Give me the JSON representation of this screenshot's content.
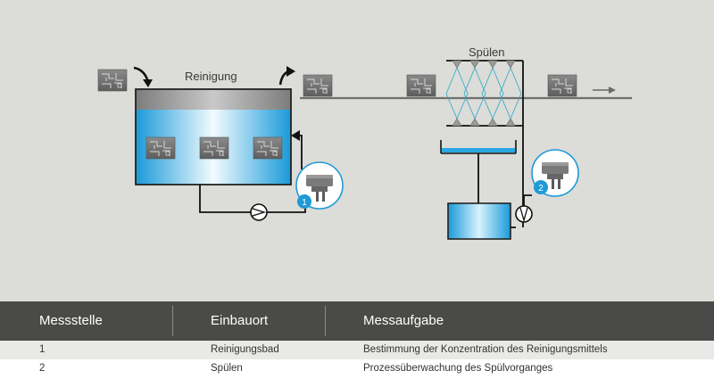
{
  "diagram": {
    "label_reinigung": "Reinigung",
    "label_spuelen": "Spülen",
    "badge_1": "1",
    "badge_2": "2",
    "colors": {
      "background": "#dcdcd8",
      "water": "#2aa8e0",
      "tank_gray": "#8c8c8c",
      "badge": "#1e9ad6"
    },
    "icons": [
      "arrow-curved-down-icon",
      "arrow-curved-up-icon",
      "arrow-right-icon",
      "pump-icon",
      "sensor-icon",
      "spray-nozzle-icon",
      "part-icon"
    ]
  },
  "table": {
    "headers": [
      "Messstelle",
      "Einbauort",
      "Messaufgabe"
    ],
    "rows": [
      {
        "messstelle": "1",
        "einbauort": "Reinigungsbad",
        "messaufgabe": "Bestimmung der Konzentration des Reinigungsmittels"
      },
      {
        "messstelle": "2",
        "einbauort": "Spülen",
        "messaufgabe": "Prozessüberwachung des Spülvorganges"
      }
    ],
    "colors": {
      "header_bg": "#4a4a48",
      "row_odd_bg": "#e9e9e7",
      "row_even_bg": "#ffffff"
    }
  }
}
